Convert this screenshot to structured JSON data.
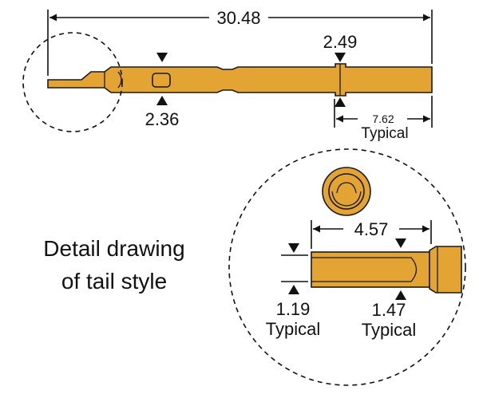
{
  "dimensions": {
    "overall_length": "30.48",
    "collar_diameter": "2.49",
    "press_fit_width": "2.36",
    "collar_offset": "7.62",
    "collar_offset_note": "Typical",
    "detail_length": "4.57",
    "detail_thickness": "1.19",
    "detail_thickness_note": "Typical",
    "detail_width": "1.47",
    "detail_width_note": "Typical"
  },
  "caption": {
    "line1": "Detail drawing",
    "line2": "of tail style"
  },
  "colors": {
    "pin_fill": "#E3A434",
    "outline": "#1a1a1a"
  }
}
